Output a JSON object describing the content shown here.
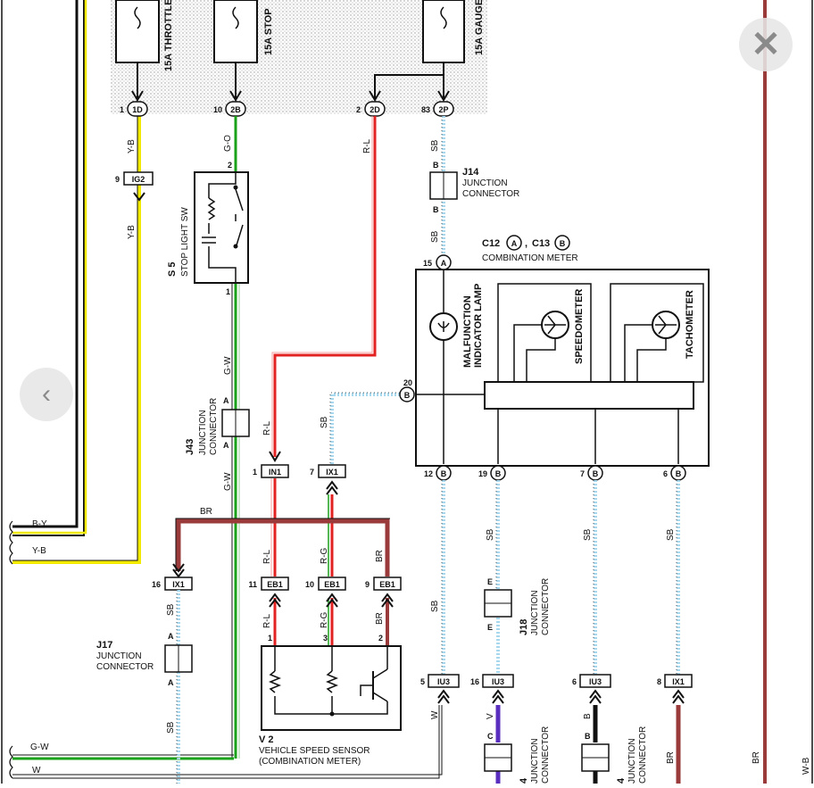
{
  "viewer": {
    "close_glyph": "✕",
    "prev_glyph": "‹"
  },
  "fuses": {
    "throttle": "15A THROTTLE",
    "stop": "15A STOP",
    "gauge": "15A GAUGE"
  },
  "top_pins": [
    {
      "num": "1",
      "conn": "1D"
    },
    {
      "num": "10",
      "conn": "2B"
    },
    {
      "num": "2",
      "conn": "2D"
    },
    {
      "num": "83",
      "conn": "2P"
    }
  ],
  "wires": {
    "y_b": "Y-B",
    "g_o": "G-O",
    "r_l": "R-L",
    "sb": "SB",
    "g_w": "G-W",
    "br": "BR",
    "r_g": "R-G",
    "b_y": "B-Y",
    "w": "W",
    "v": "V",
    "b": "B",
    "w_b": "W-B"
  },
  "ig2": {
    "num": "9",
    "label": "IG2"
  },
  "stop_sw": {
    "id": "S 5",
    "name": "STOP LIGHT SW",
    "pin2": "2",
    "pin1": "1"
  },
  "j14": {
    "id": "J14",
    "line1": "JUNCTION",
    "line2": "CONNECTOR",
    "pin": "B"
  },
  "meter": {
    "conn1": "C12",
    "conn1_letter": "A",
    "sep": ",",
    "conn2": "C13",
    "conn2_letter": "B",
    "name": "COMBINATION METER",
    "pin15": "15",
    "pin15_letter": "A",
    "pin20": "20",
    "pin20_letter": "B",
    "mil_line1": "MALFUNCTION",
    "mil_line2": "INDICATOR LAMP",
    "speedometer": "SPEEDOMETER",
    "tachometer": "TACHOMETER",
    "bottom_pins": [
      {
        "num": "12",
        "letter": "B"
      },
      {
        "num": "19",
        "letter": "B"
      },
      {
        "num": "7",
        "letter": "B"
      },
      {
        "num": "6",
        "letter": "B"
      }
    ]
  },
  "j43": {
    "id": "J43",
    "line1": "JUNCTION",
    "line2": "CONNECTOR",
    "pin": "A"
  },
  "in1": {
    "num": "1",
    "label": "IN1"
  },
  "ix1_top": {
    "num": "7",
    "label": "IX1"
  },
  "ix1_left": {
    "num": "16",
    "label": "IX1"
  },
  "eb1": [
    {
      "num": "11",
      "label": "EB1"
    },
    {
      "num": "10",
      "label": "EB1"
    },
    {
      "num": "9",
      "label": "EB1"
    }
  ],
  "sensor": {
    "id": "V 2",
    "line1": "VEHICLE SPEED SENSOR",
    "line2": "(COMBINATION METER)",
    "pins": [
      "1",
      "3",
      "2"
    ]
  },
  "j17": {
    "id": "J17",
    "line1": "JUNCTION",
    "line2": "CONNECTOR",
    "pin": "A"
  },
  "j18": {
    "id": "J18",
    "line1": "JUNCTION",
    "line2": "CONNECTOR",
    "pin": "E"
  },
  "iu3": [
    {
      "num": "5",
      "label": "IU3"
    },
    {
      "num": "16",
      "label": "IU3"
    },
    {
      "num": "6",
      "label": "IU3"
    }
  ],
  "ix1_right": {
    "num": "8",
    "label": "IX1"
  },
  "bottom_junctions": {
    "pin": "C",
    "pin_b": "B",
    "num": "4",
    "line1": "JUNCTION",
    "line2": "CONNECTOR"
  }
}
